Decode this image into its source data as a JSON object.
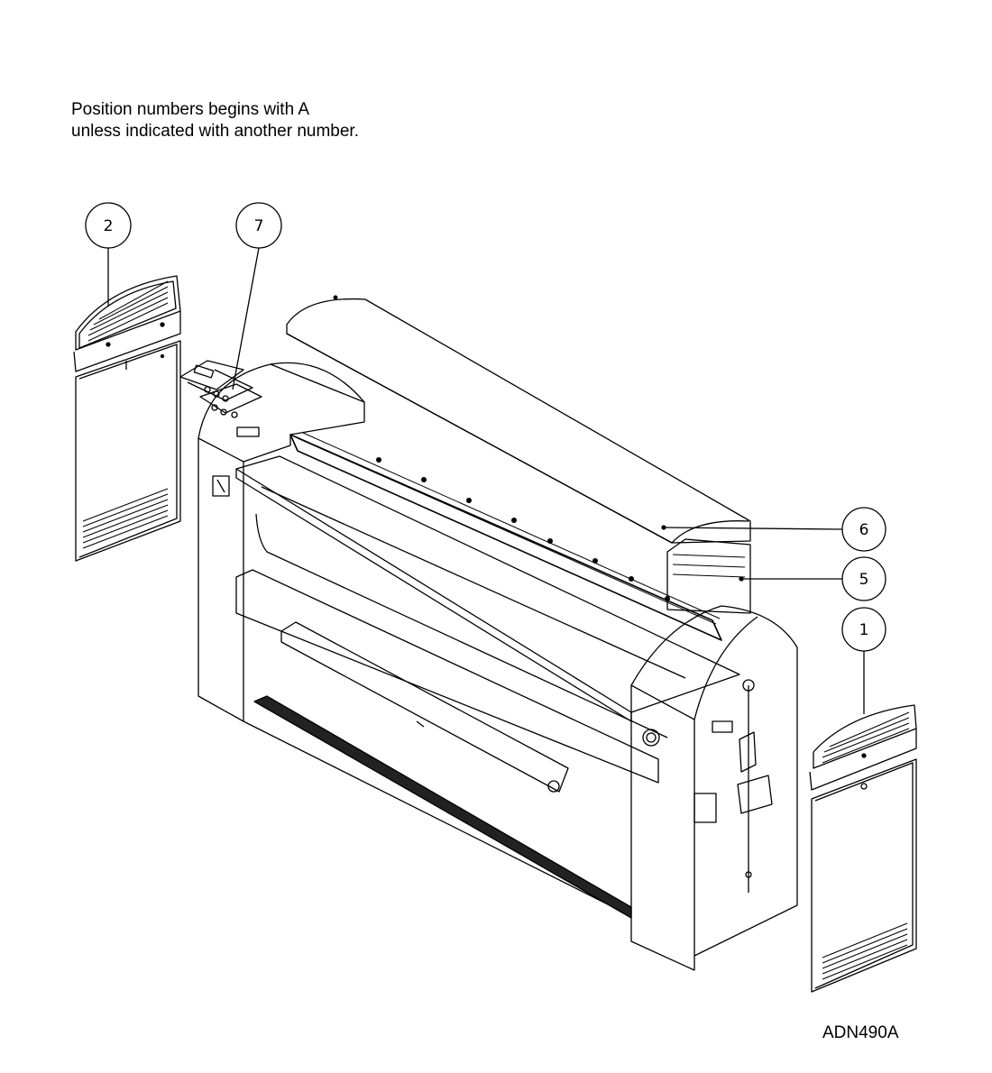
{
  "note": {
    "line1": "Position numbers begins with A",
    "line2": "unless indicated with another number."
  },
  "drawing_id": "ADN490A",
  "callouts": [
    {
      "id": "2",
      "part": "side-panel-left"
    },
    {
      "id": "7",
      "part": "control-panel"
    },
    {
      "id": "6",
      "part": "top-cover"
    },
    {
      "id": "5",
      "part": "rear-cover"
    },
    {
      "id": "1",
      "part": "side-panel-right"
    }
  ]
}
